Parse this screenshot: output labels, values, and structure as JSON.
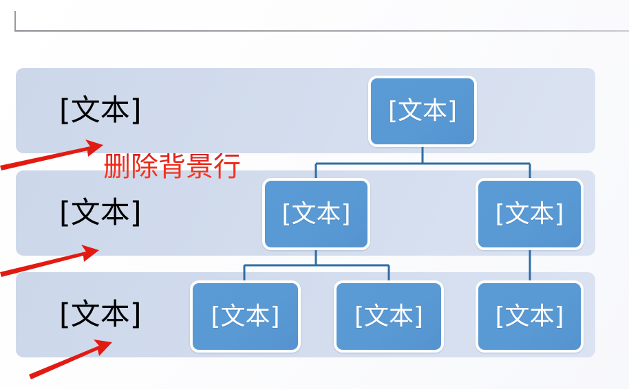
{
  "document": {
    "page_corner_mark": "page-corner-guide",
    "header_rule": "header-boundary-line"
  },
  "diagram": {
    "type": "smartart-organization-chart",
    "band_fill": "#d2dced",
    "node_fill": "#5b9bd5",
    "node_border": "#ffffff",
    "connector_color": "#2e6da4",
    "bands": [
      {
        "id": "band-1",
        "label": "[文本]"
      },
      {
        "id": "band-2",
        "label": "[文本]"
      },
      {
        "id": "band-3",
        "label": "[文本]"
      }
    ],
    "nodes": [
      {
        "id": "node-top",
        "label": "[文本]",
        "level": 1
      },
      {
        "id": "node-mid-left",
        "label": "[文本]",
        "level": 2
      },
      {
        "id": "node-mid-right",
        "label": "[文本]",
        "level": 2
      },
      {
        "id": "node-bottom-left",
        "label": "[文本]",
        "level": 3
      },
      {
        "id": "node-bottom-mid",
        "label": "[文本]",
        "level": 3
      },
      {
        "id": "node-bottom-right",
        "label": "[文本]",
        "level": 3
      }
    ]
  },
  "annotation": {
    "callout_text": "删除背景行",
    "callout_color": "#e8301c",
    "arrow_color": "#e21b12",
    "arrows": [
      {
        "id": "arrow-band-1",
        "points_to": "band-1"
      },
      {
        "id": "arrow-band-2",
        "points_to": "band-2"
      },
      {
        "id": "arrow-band-3",
        "points_to": "band-3"
      }
    ]
  }
}
